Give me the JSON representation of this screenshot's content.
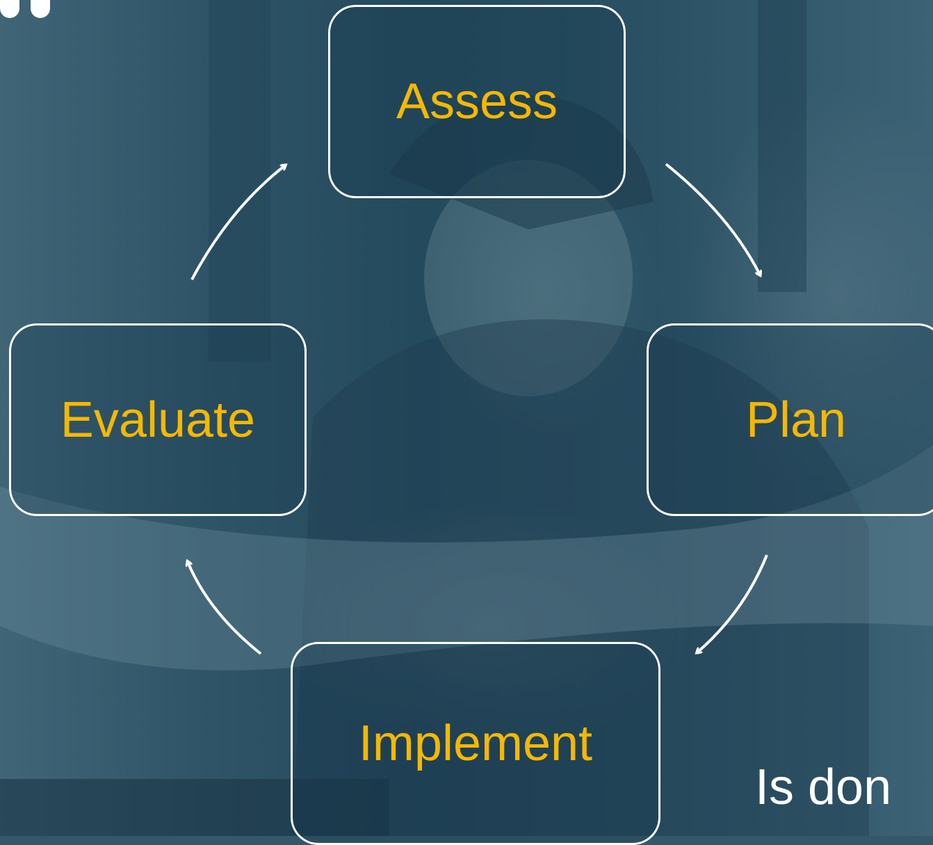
{
  "diagram": {
    "steps": {
      "assess": "Assess",
      "plan": "Plan",
      "implement": "Implement",
      "evaluate": "Evaluate"
    },
    "label_color": "#f5b800",
    "border_color": "#ffffff",
    "arrow_color": "#ffffff"
  },
  "caption": "Is don"
}
